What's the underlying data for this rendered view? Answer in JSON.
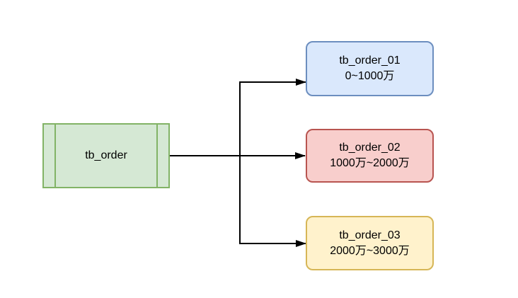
{
  "diagram": {
    "background": "#ffffff",
    "connector_color": "#000000",
    "source": {
      "label": "tb_order",
      "shape": "process",
      "fill": "#d5e8d4",
      "stroke": "#82b366"
    },
    "targets": [
      {
        "label": "tb_order_01",
        "range": "0~1000万",
        "fill": "#dae8fc",
        "stroke": "#6c8ebf"
      },
      {
        "label": "tb_order_02",
        "range": "1000万~2000万",
        "fill": "#f8cecc",
        "stroke": "#b85450"
      },
      {
        "label": "tb_order_03",
        "range": "2000万~3000万",
        "fill": "#fff2cc",
        "stroke": "#d6b656"
      }
    ]
  }
}
